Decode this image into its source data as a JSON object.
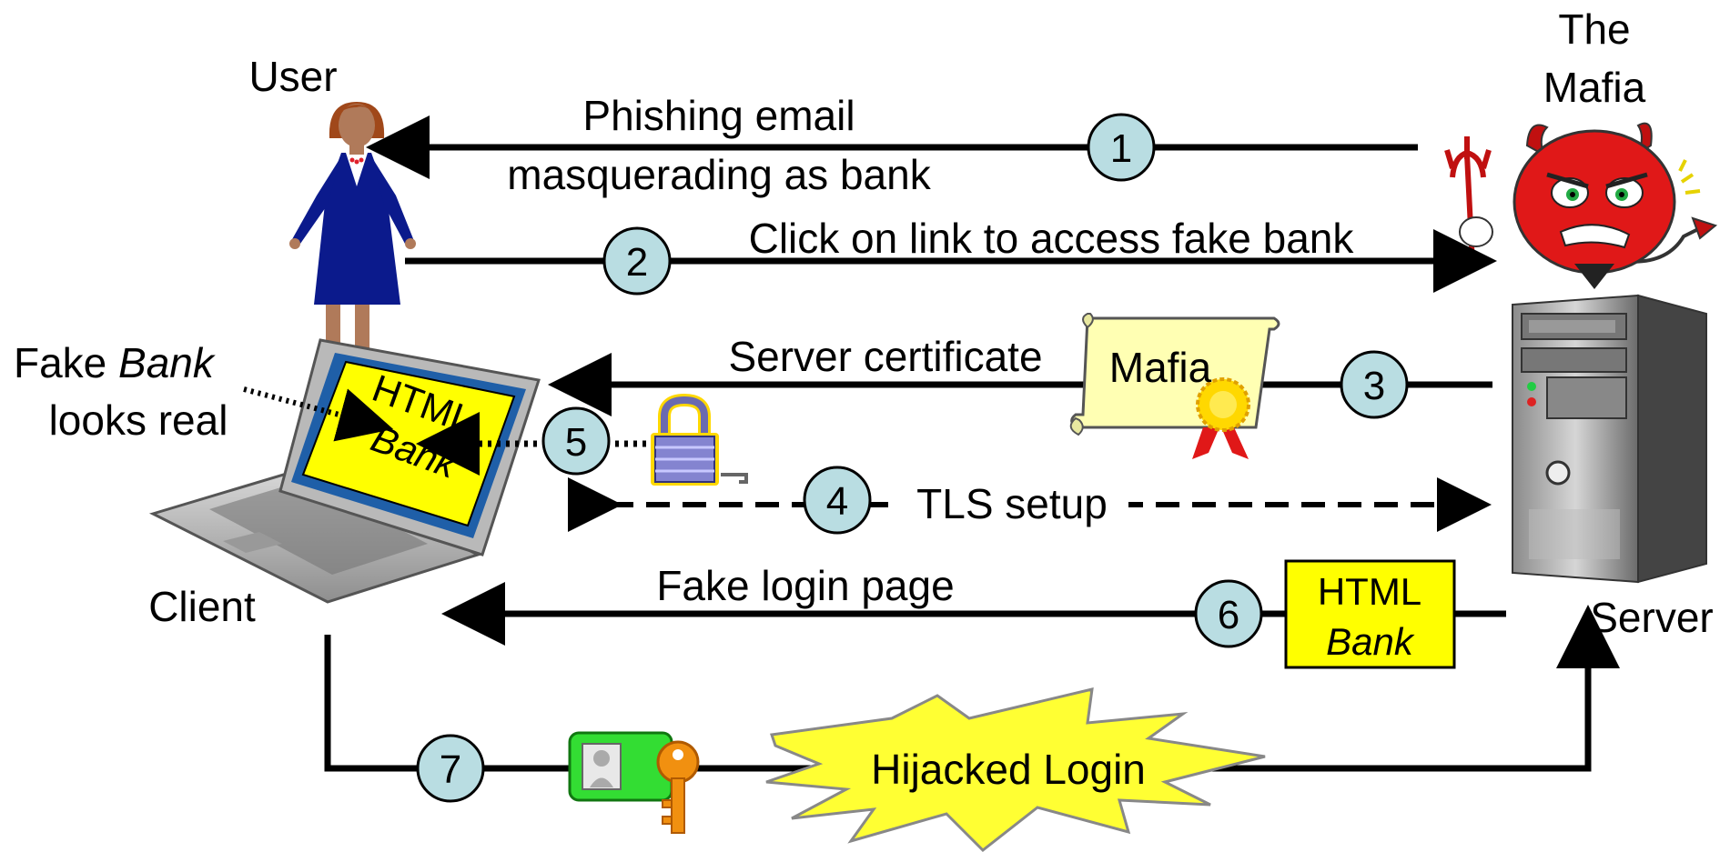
{
  "nodes": {
    "user": "User",
    "mafia_line1": "The",
    "mafia_line2": "Mafia",
    "client": "Client",
    "server": "Server",
    "fake_bank_note_1": "Fake",
    "fake_bank_note_italic": "Bank",
    "fake_bank_note_2": "looks real"
  },
  "screen": {
    "line1": "HTML",
    "line2": "Bank"
  },
  "certificate": {
    "label": "Mafia"
  },
  "html_bank_box": {
    "line1": "HTML",
    "line2": "Bank"
  },
  "steps": [
    {
      "number": "1",
      "label_line1": "Phishing email",
      "label_line2": "masquerading as bank"
    },
    {
      "number": "2",
      "label_line1": "Click on link to access fake bank"
    },
    {
      "number": "3",
      "label_line1": "Server certificate"
    },
    {
      "number": "4",
      "label_line1": "TLS setup"
    },
    {
      "number": "5"
    },
    {
      "number": "6",
      "label_line1": "Fake login page"
    },
    {
      "number": "7"
    }
  ],
  "explosion": {
    "label": "Hijacked Login"
  },
  "colors": {
    "step_circle_fill": "#b9dde2",
    "screen_yellow": "#ffff00",
    "screen_blue": "#1f5fa8",
    "certificate_fill": "#ffffb3",
    "devil_red": "#e01818",
    "user_dress": "#0b1a8c",
    "explosion_yellow": "#ffff33",
    "id_card_green": "#33dd33",
    "key_orange": "#f19010"
  }
}
